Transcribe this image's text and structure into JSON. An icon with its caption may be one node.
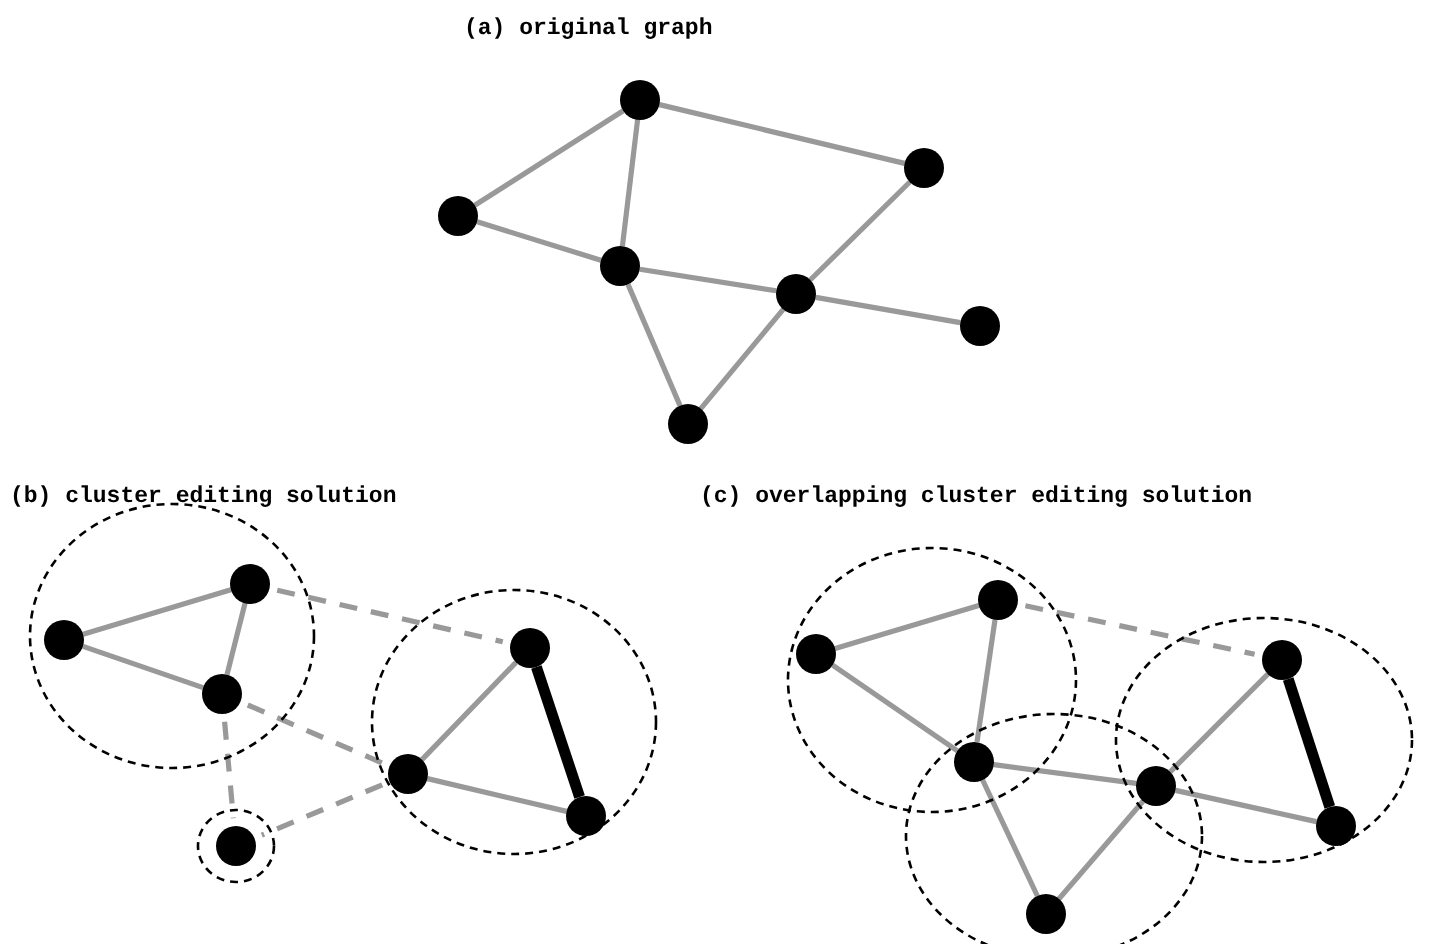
{
  "diagram": {
    "nodes": [
      {
        "text": [],
        "shape": "circle"
      },
      {
        "text": [],
        "shape": "circle"
      },
      {
        "text": [],
        "shape": "circle"
      },
      {
        "text": [],
        "shape": "circle"
      },
      {
        "text": [],
        "shape": "circle"
      },
      {
        "text": [],
        "shape": "circle"
      },
      {
        "text": [],
        "shape": "circle"
      },
      {
        "text": [],
        "shape": "circle"
      },
      {
        "text": [],
        "shape": "circle",
        "in": 7
      },
      {
        "text": [],
        "shape": "circle",
        "in": 7
      },
      {
        "text": [],
        "shape": "circle",
        "in": 7
      },
      {
        "text": [],
        "shape": "circle"
      },
      {
        "text": [],
        "shape": "circle",
        "in": 11
      },
      {
        "text": [],
        "shape": "circle",
        "in": 11
      },
      {
        "text": [],
        "shape": "circle",
        "in": 11
      },
      {
        "text": [],
        "shape": "circle"
      },
      {
        "text": [],
        "shape": "circle",
        "in": 15
      },
      {
        "text": [],
        "shape": "circle"
      },
      {
        "text": [],
        "shape": "circle",
        "in": 17
      },
      {
        "text": [],
        "shape": "circle",
        "in": 17
      },
      {
        "text": [],
        "shape": "circle"
      },
      {
        "text": [],
        "shape": "circle"
      },
      {
        "text": [],
        "shape": "circle",
        "in": 21
      },
      {
        "text": [],
        "shape": "circle",
        "in": 21
      },
      {
        "text": [],
        "shape": "circle"
      },
      {
        "text": [],
        "shape": "circle"
      },
      {
        "text": [],
        "shape": "circle",
        "in": 25
      }
    ],
    "edges": [
      {
        "from": 0,
        "to": 1,
        "arrow": "none"
      },
      {
        "from": 0,
        "to": 3,
        "arrow": "none"
      },
      {
        "from": 1,
        "to": 3,
        "arrow": "none"
      },
      {
        "from": 1,
        "to": 2,
        "arrow": "none"
      },
      {
        "from": 2,
        "to": 4,
        "arrow": "none"
      },
      {
        "from": 3,
        "to": 4,
        "arrow": "none"
      },
      {
        "from": 3,
        "to": 6,
        "arrow": "none"
      },
      {
        "from": 4,
        "to": 6,
        "arrow": "none"
      },
      {
        "from": 4,
        "to": 5,
        "arrow": "none"
      },
      {
        "from": 8,
        "to": 9,
        "arrow": "none"
      },
      {
        "from": 8,
        "to": 10,
        "arrow": "none"
      },
      {
        "from": 9,
        "to": 10,
        "arrow": "none"
      },
      {
        "from": 9,
        "to": 12,
        "arrow": "none",
        "style": "dashed"
      },
      {
        "from": 10,
        "to": 13,
        "arrow": "none",
        "style": "dashed"
      },
      {
        "from": 10,
        "to": 16,
        "arrow": "none",
        "style": "dashed"
      },
      {
        "from": 13,
        "to": 16,
        "arrow": "none",
        "style": "dashed"
      },
      {
        "from": 12,
        "to": 13,
        "arrow": "none"
      },
      {
        "from": 13,
        "to": 14,
        "arrow": "none"
      },
      {
        "from": 12,
        "to": 14,
        "arrow": "none",
        "style": "thick",
        "color": "#000000"
      },
      {
        "from": 18,
        "to": 19,
        "arrow": "none"
      },
      {
        "from": 18,
        "to": 20,
        "arrow": "none"
      },
      {
        "from": 19,
        "to": 20,
        "arrow": "none"
      },
      {
        "from": 19,
        "to": 22,
        "arrow": "none",
        "style": "dashed"
      },
      {
        "from": 20,
        "to": 24,
        "arrow": "none"
      },
      {
        "from": 20,
        "to": 26,
        "arrow": "none"
      },
      {
        "from": 24,
        "to": 26,
        "arrow": "none"
      },
      {
        "from": 22,
        "to": 24,
        "arrow": "none"
      },
      {
        "from": 24,
        "to": 23,
        "arrow": "none"
      },
      {
        "from": 22,
        "to": 23,
        "arrow": "none",
        "style": "thick",
        "color": "#000000"
      }
    ],
    "labels": [
      "(a) original graph",
      "(b) cluster editing solution",
      "(c) overlapping cluster editing solution"
    ]
  }
}
